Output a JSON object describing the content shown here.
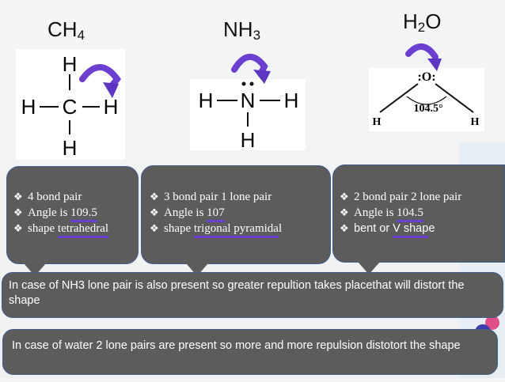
{
  "molecules": [
    {
      "formula_main": "CH",
      "formula_sub": "4"
    },
    {
      "formula_main": "NH",
      "formula_sub": "3"
    },
    {
      "formula_main": "H",
      "formula_sub": "2",
      "formula_tail": "O"
    }
  ],
  "structures": {
    "ch4": {
      "top": "H",
      "left": "H",
      "center": "C",
      "right": "H",
      "bottom": "H"
    },
    "nh3": {
      "left": "H",
      "center": "N",
      "right": "H",
      "bottom": "H"
    },
    "h2o": {
      "center": ":O:",
      "left": "H",
      "right": "H",
      "angle": "104.5°"
    }
  },
  "bubbles": {
    "ch4": {
      "bullet": "❖",
      "line1": "4 bond pair",
      "line2_pre": "Angle is ",
      "line2_ul": "109.5",
      "line3_pre": "shape ",
      "line3_ul": "tetrahedral"
    },
    "nh3": {
      "bullet": "❖",
      "line1": "3 bond pair 1 lone pair",
      "line2_pre": "Angle is ",
      "line2_ul": "107",
      "line3_pre": "shape ",
      "line3_ul": "trigonal pyramida",
      "line3_post": "l"
    },
    "h2o": {
      "bullet": "❖",
      "line1": "2 bond pair 2 lone pair",
      "line2_pre": "Angle is ",
      "line2_ul": "104.5",
      "line3_pre": "bent or ",
      "line3_ul": "V shap",
      "line3_post": "e"
    }
  },
  "notes": {
    "nh3": "In case of NH3 lone pair is also present so greater repultion takes placethat will distort the shape",
    "water": "In case of water 2 lone pairs are present so more and more repulsion distotort the shape"
  },
  "colors": {
    "bubble": "#5c5c5c",
    "arrow": "#6b3fd1",
    "underline": "#6b3fd1"
  }
}
